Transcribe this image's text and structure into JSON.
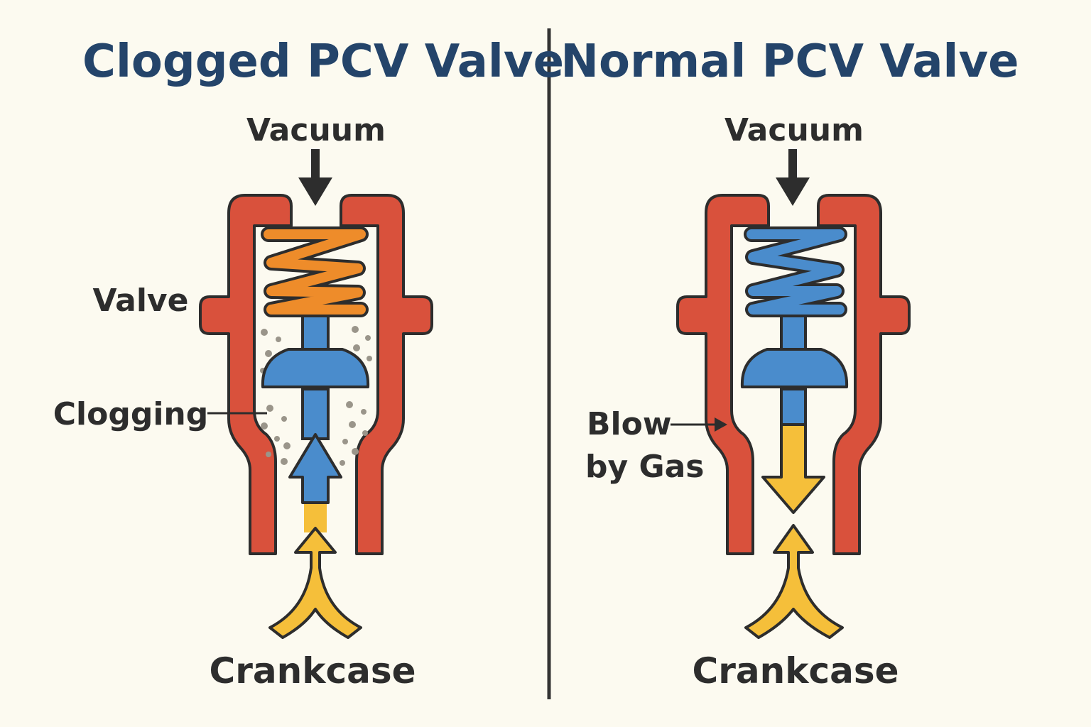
{
  "colors": {
    "background": "#fcfaf0",
    "title": "#24446a",
    "outline": "#2d2d2d",
    "body_red": "#d9513c",
    "spring_orange": "#ee8c2a",
    "valve_blue": "#4a8ccc",
    "gas_yellow": "#f5bf3a",
    "debris_gray": "#9a958a",
    "divider": "#333333"
  },
  "left_panel": {
    "title": "Clogged PCV Valve",
    "vacuum_label": "Vacuum",
    "valve_label": "Valve",
    "clogging_label": "Clogging",
    "crankcase_label": "Crankcase",
    "icons": [
      "down-arrow-icon",
      "up-arrow-icon",
      "split-flow-icon",
      "spring-icon",
      "debris-particles"
    ]
  },
  "right_panel": {
    "title": "Normal PCV Valve",
    "vacuum_label": "Vacuum",
    "blowby_label_line1": "Blow",
    "blowby_label_line2": "by Gas",
    "crankcase_label": "Crankcase",
    "icons": [
      "down-arrow-icon",
      "down-arrow-icon",
      "up-arrow-icon",
      "split-flow-icon",
      "spring-icon"
    ]
  }
}
